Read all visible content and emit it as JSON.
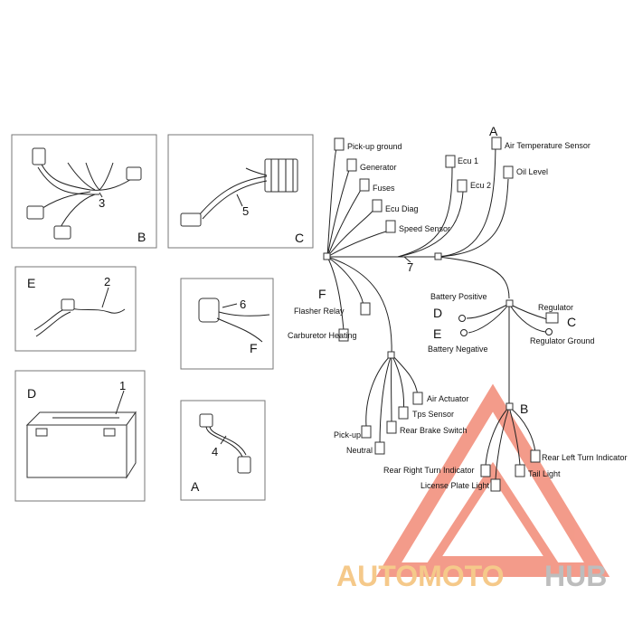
{
  "inset_panels": [
    {
      "letter": "B",
      "part_number": "3"
    },
    {
      "letter": "C",
      "part_number": "5"
    },
    {
      "letter": "E",
      "part_number": "2"
    },
    {
      "letter": "F",
      "part_number": "6"
    },
    {
      "letter": "D",
      "part_number": "1"
    },
    {
      "letter": "A",
      "part_number": "4"
    }
  ],
  "harness": {
    "part_number": "7",
    "connector_labels": {
      "A": "A",
      "B": "B",
      "C": "C",
      "D": "D",
      "E": "E",
      "F": "F"
    },
    "components": {
      "pickup_ground": "Pick-up ground",
      "generator": "Generator",
      "fuses": "Fuses",
      "ecu_diag": "Ecu Diag",
      "speed_sensor": "Speed Sensor",
      "ecu1": "Ecu 1",
      "ecu2": "Ecu 2",
      "air_temp_sensor": "Air Temperature Sensor",
      "oil_level": "Oil Level",
      "flasher_relay": "Flasher Relay",
      "carburetor_heating": "Carburetor Heating",
      "battery_positive": "Battery Positive",
      "battery_negative": "Battery Negative",
      "regulator": "Regulator",
      "regulator_ground": "Regulator Ground",
      "air_actuator": "Air Actuator",
      "tps_sensor": "Tps Sensor",
      "rear_brake_switch": "Rear Brake Switch",
      "pickup": "Pick-up",
      "neutral": "Neutral",
      "rear_right_turn": "Rear Right Turn Indicator",
      "rear_left_turn": "Rear Left Turn Indicator",
      "tail_light": "Tail Light",
      "license_plate_light": "License Plate Light"
    }
  },
  "watermark": {
    "part1": "AUTOMOTO",
    "part2": "HUB",
    "color_main": "#f4a08a",
    "color_accent": "#f3d6a0"
  }
}
